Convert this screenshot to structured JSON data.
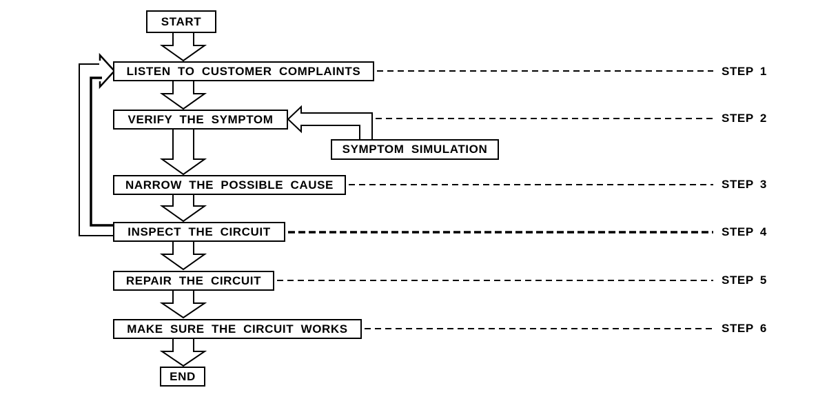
{
  "colors": {
    "background": "#ffffff",
    "line": "#000000",
    "box_fill": "#ffffff"
  },
  "nodes": {
    "start": "START",
    "listen": "LISTEN TO CUSTOMER COMPLAINTS",
    "verify": "VERIFY THE SYMPTOM",
    "simulation": "SYMPTOM SIMULATION",
    "narrow": "NARROW THE POSSIBLE CAUSE",
    "inspect": "INSPECT THE CIRCUIT",
    "repair": "REPAIR THE CIRCUIT",
    "confirm": "MAKE SURE THE CIRCUIT WORKS",
    "end": "END"
  },
  "steps": [
    {
      "label": "STEP 1",
      "points_to": "LISTEN TO CUSTOMER COMPLAINTS"
    },
    {
      "label": "STEP 2",
      "points_to": "VERIFY THE SYMPTOM"
    },
    {
      "label": "STEP 3",
      "points_to": "NARROW THE POSSIBLE CAUSE"
    },
    {
      "label": "STEP 4",
      "points_to": "INSPECT THE CIRCUIT"
    },
    {
      "label": "STEP 5",
      "points_to": "REPAIR THE CIRCUIT"
    },
    {
      "label": "STEP 6",
      "points_to": "MAKE SURE THE CIRCUIT WORKS"
    }
  ],
  "connections": [
    {
      "from": "START",
      "to": "LISTEN TO CUSTOMER COMPLAINTS",
      "type": "block-arrow"
    },
    {
      "from": "LISTEN TO CUSTOMER COMPLAINTS",
      "to": "VERIFY THE SYMPTOM",
      "type": "block-arrow"
    },
    {
      "from": "VERIFY THE SYMPTOM",
      "to": "NARROW THE POSSIBLE CAUSE",
      "type": "block-arrow"
    },
    {
      "from": "NARROW THE POSSIBLE CAUSE",
      "to": "INSPECT THE CIRCUIT",
      "type": "block-arrow"
    },
    {
      "from": "INSPECT THE CIRCUIT",
      "to": "REPAIR THE CIRCUIT",
      "type": "block-arrow"
    },
    {
      "from": "REPAIR THE CIRCUIT",
      "to": "MAKE SURE THE CIRCUIT WORKS",
      "type": "block-arrow"
    },
    {
      "from": "MAKE SURE THE CIRCUIT WORKS",
      "to": "END",
      "type": "block-arrow"
    },
    {
      "from": "SYMPTOM SIMULATION",
      "to": "VERIFY THE SYMPTOM",
      "type": "bent-hollow-arrow"
    },
    {
      "from": "INSPECT THE CIRCUIT",
      "to": "LISTEN TO CUSTOMER COMPLAINTS",
      "type": "feedback-loop-outer"
    },
    {
      "from": "INSPECT THE CIRCUIT",
      "to": "LISTEN TO CUSTOMER COMPLAINTS",
      "type": "feedback-loop-inner"
    }
  ]
}
